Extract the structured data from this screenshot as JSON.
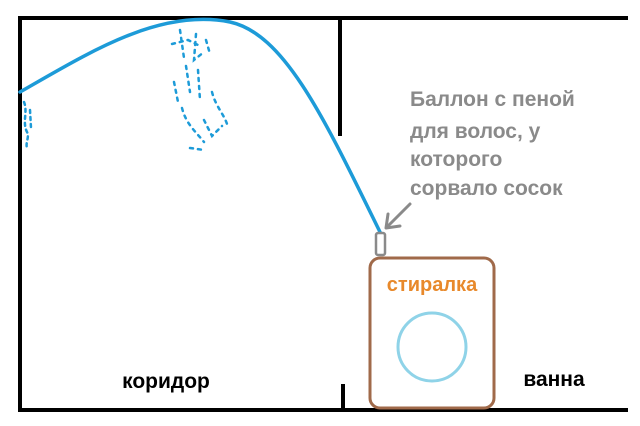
{
  "annotation": {
    "lines": [
      "Баллон с пеной",
      "для волос, у",
      "которого",
      "сорвало сосок"
    ],
    "color": "#8a8a8a"
  },
  "washer": {
    "label": "стиралка",
    "label_color": "#e8892b",
    "body_color": "#a06a4a",
    "drum_color": "#8fd3e8"
  },
  "rooms": {
    "corridor": "коридор",
    "bathroom": "ванна"
  },
  "colors": {
    "walls": "#000000",
    "foam_trail": "#1d9bd8"
  }
}
